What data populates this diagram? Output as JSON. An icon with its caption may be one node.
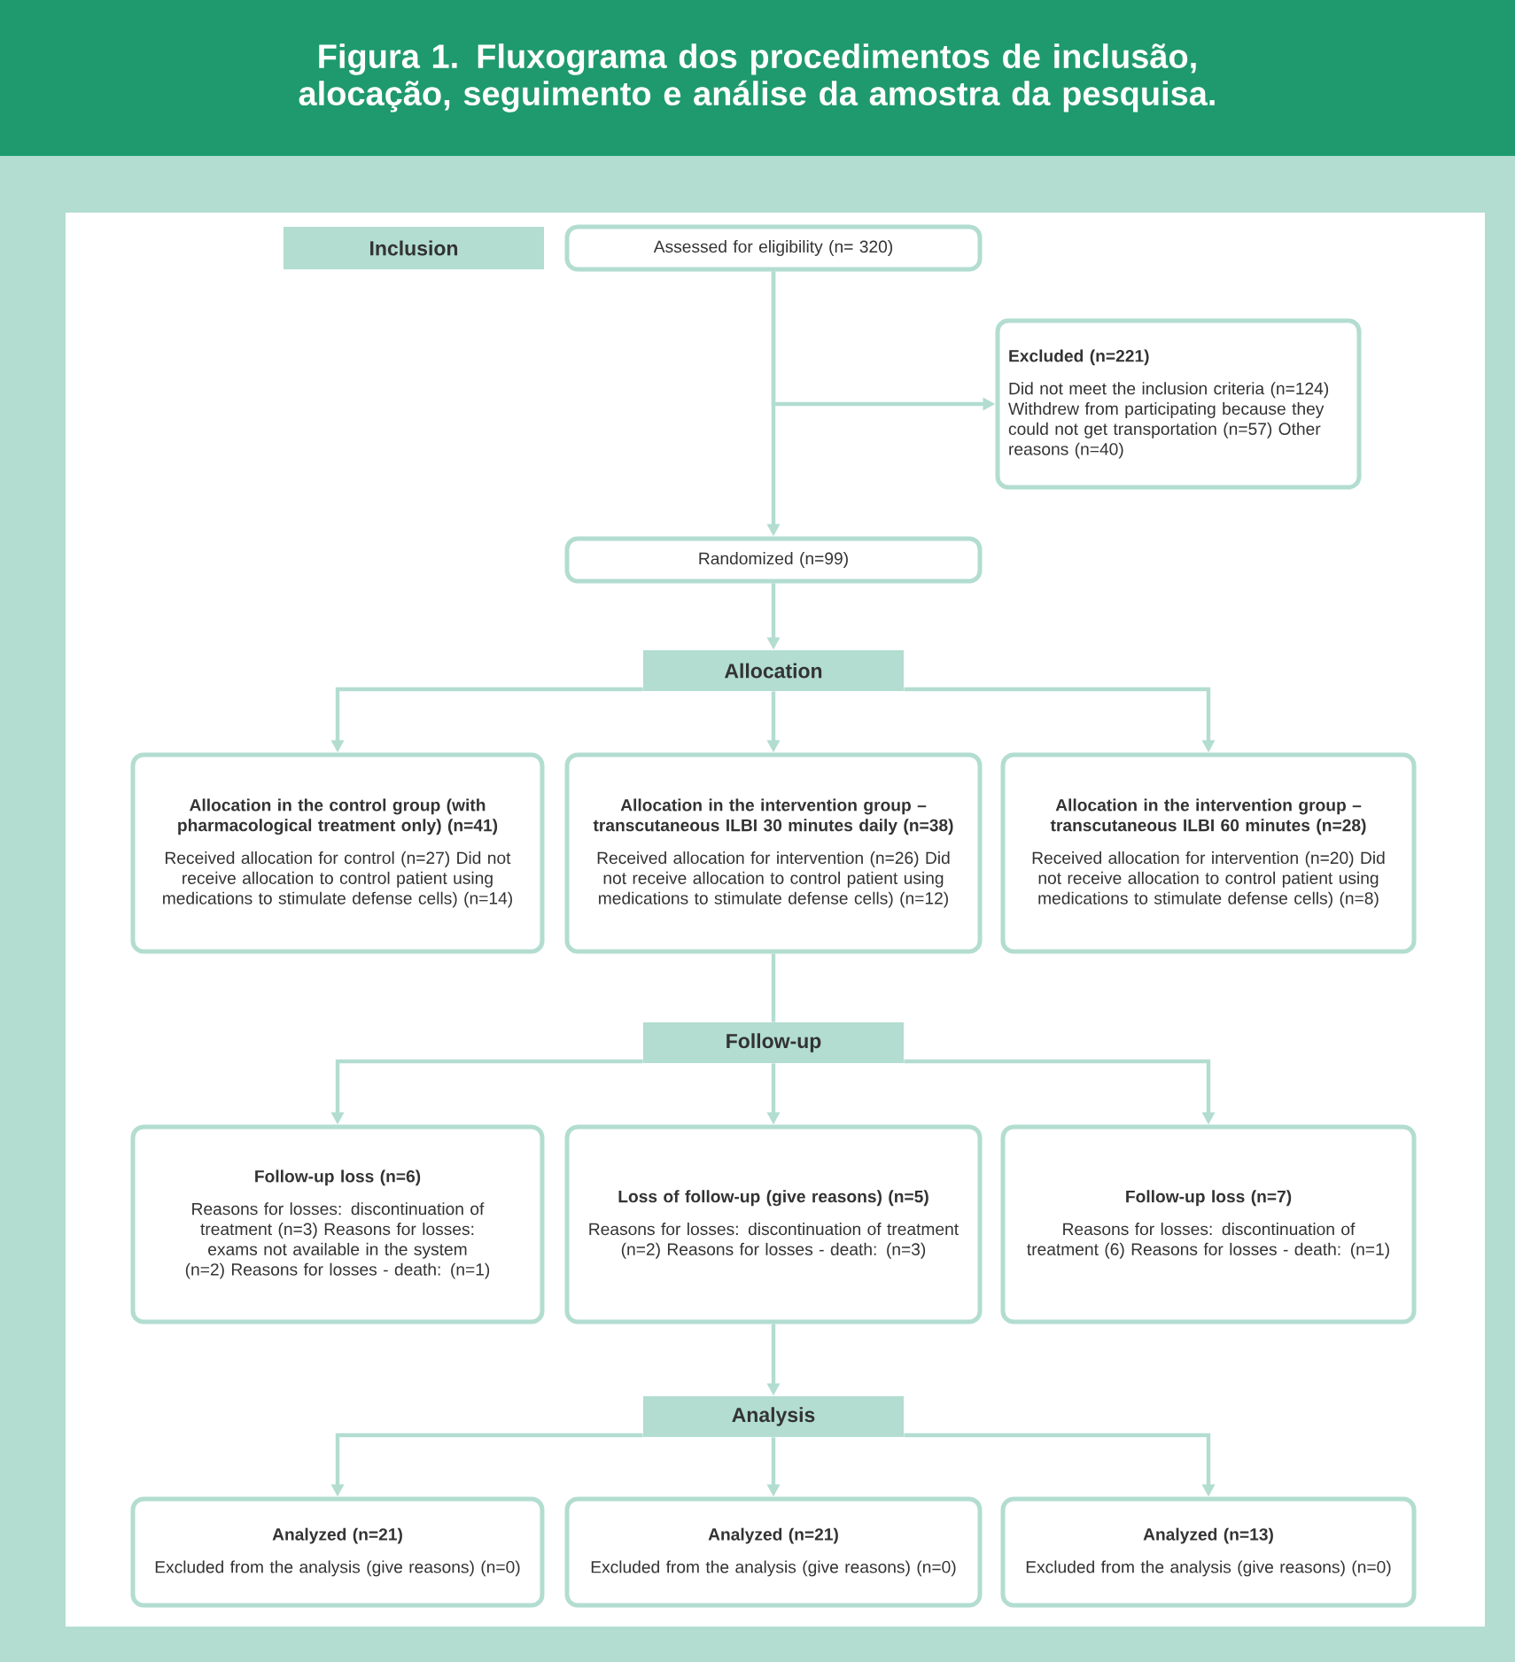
{
  "diagram": {
    "title": "Figura 1. Fluxograma dos procedimentos de inclusão, alocação, seguimento e análise da amostra da pesquisa.",
    "nodes": [
      {
        "text": [
          "Inclusion"
        ]
      },
      {
        "text": [
          "Assessed for eligibility (n= 320)"
        ]
      },
      {
        "text": [
          "Excluded (n=221)",
          "Did not meet the inclusion criteria (n=124) Withdrew from participating because they could not get transportation (n=57) Other reasons (n=40)"
        ]
      },
      {
        "text": [
          "Randomized (n=99)"
        ]
      },
      {
        "text": [
          "Allocation"
        ]
      },
      {
        "text": [
          "Allocation in the control group (with pharmacological treatment only) (n=41)",
          "Received allocation for control (n=27) Did not receive allocation to control patient using medications to stimulate defense cells) (n=14)"
        ]
      },
      {
        "text": [
          "Allocation in the intervention group – transcutaneous ILBI 30 minutes daily (n=38)",
          "Received allocation for intervention (n=26) Did not receive allocation to control patient using medications to stimulate defense cells) (n=12)"
        ]
      },
      {
        "text": [
          "Allocation in the intervention group – transcutaneous ILBI 60 minutes (n=28)",
          "Received allocation for intervention (n=20) Did not receive allocation to control patient using medications to stimulate defense cells) (n=8)"
        ]
      },
      {
        "text": [
          "Follow-up"
        ]
      },
      {
        "text": [
          "Follow-up loss (n=6)",
          "Reasons for losses: discontinuation of treatment (n=3) Reasons for losses: exams not available in the system (n=2) Reasons for losses - death: (n=1)"
        ]
      },
      {
        "text": [
          "Loss of follow-up (give reasons) (n=5)",
          "Reasons for losses: discontinuation of treatment (n=2) Reasons for losses - death: (n=3)"
        ]
      },
      {
        "text": [
          "Follow-up loss (n=7)",
          "Reasons for losses: discontinuation of treatment (6) Reasons for losses - death: (n=1)"
        ]
      },
      {
        "text": [
          "Analysis"
        ]
      },
      {
        "text": [
          "Analyzed (n=21)",
          "Excluded from the analysis (give reasons) (n=0)"
        ]
      },
      {
        "text": [
          "Analyzed (n=21)",
          "Excluded from the analysis (give reasons) (n=0)"
        ]
      },
      {
        "text": [
          "Analyzed (n=13)",
          "Excluded from the analysis (give reasons) (n=0)"
        ]
      }
    ],
    "edges": [
      {
        "from": 1,
        "to": 3,
        "arrow": "to"
      },
      {
        "from": 1,
        "to": 2,
        "arrow": "to"
      },
      {
        "from": 3,
        "to": 4,
        "arrow": "to"
      },
      {
        "from": 4,
        "to": 5,
        "arrow": "to"
      },
      {
        "from": 4,
        "to": 6,
        "arrow": "to"
      },
      {
        "from": 4,
        "to": 7,
        "arrow": "to"
      },
      {
        "from": 6,
        "to": 8,
        "arrow": "none"
      },
      {
        "from": 8,
        "to": 9,
        "arrow": "to"
      },
      {
        "from": 8,
        "to": 10,
        "arrow": "to"
      },
      {
        "from": 8,
        "to": 11,
        "arrow": "to"
      },
      {
        "from": 10,
        "to": 12,
        "arrow": "to"
      },
      {
        "from": 12,
        "to": 13,
        "arrow": "to"
      },
      {
        "from": 12,
        "to": 14,
        "arrow": "to"
      },
      {
        "from": 12,
        "to": 15,
        "arrow": "to"
      }
    ]
  }
}
